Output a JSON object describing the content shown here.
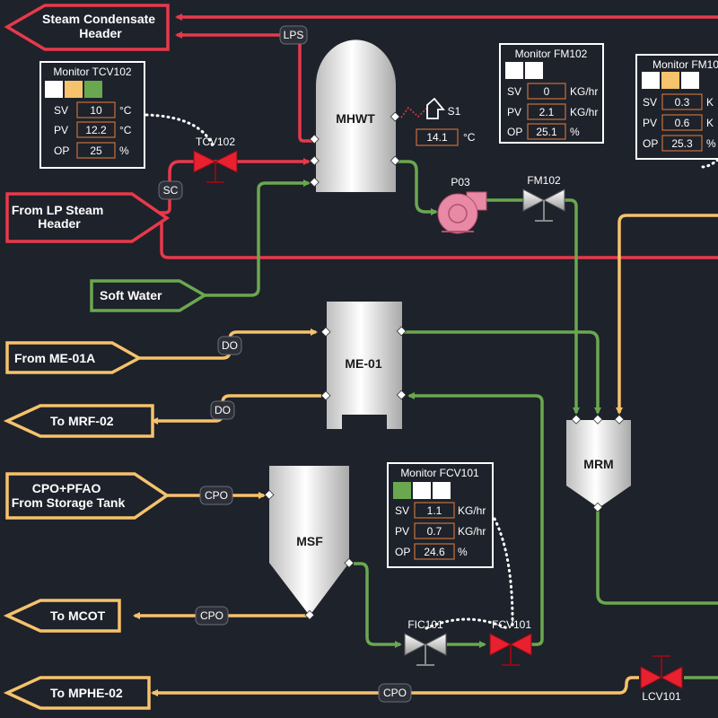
{
  "colors": {
    "red": "#e8394a",
    "green": "#6aa84f",
    "yellow": "#f6c26b",
    "background": "#1e222b",
    "pump": "#e889a6",
    "valve_red": "#e8202f",
    "monitor_border": "#ffffff",
    "value_border": "#c9703a"
  },
  "terminals": {
    "steam_condensate": "Steam Condensate Header",
    "from_lp_steam": "From LP Steam Header",
    "soft_water": "Soft Water",
    "from_me01a": "From ME-01A",
    "to_mrf02": "To MRF-02",
    "cpo_pfao": "CPO+PFAO From Storage Tank",
    "to_mcot": "To MCOT",
    "to_mphe02": "To MPHE-02"
  },
  "equipment": {
    "mhwt": "MHWT",
    "me01": "ME-01",
    "msf": "MSF",
    "mrm": "MRM",
    "p03": "P03",
    "tcv102": "TCV102",
    "fm102": "FM102",
    "fic101": "FIC101",
    "fcv101": "FCV101",
    "lcv101": "LCV101",
    "s1": "S1"
  },
  "tags": {
    "lps": "LPS",
    "sc": "SC",
    "do_in": "DO",
    "do_out": "DO",
    "cpo_in": "CPO",
    "cpo_mcot": "CPO",
    "cpo_mphe": "CPO"
  },
  "sensor": {
    "value": "14.1",
    "unit": "°C"
  },
  "monitors": {
    "tcv102": {
      "title": "Monitor TCV102",
      "indicators": [
        "#ffffff",
        "#f6c26b",
        "#6aa84f"
      ],
      "sv": {
        "label": "SV",
        "value": "10",
        "unit": "°C"
      },
      "pv": {
        "label": "PV",
        "value": "12.2",
        "unit": "°C"
      },
      "op": {
        "label": "OP",
        "value": "25",
        "unit": "%"
      }
    },
    "fm102": {
      "title": "Monitor FM102",
      "indicators": [
        "#ffffff",
        "#ffffff"
      ],
      "sv": {
        "label": "SV",
        "value": "0",
        "unit": "KG/hr"
      },
      "pv": {
        "label": "PV",
        "value": "2.1",
        "unit": "KG/hr"
      },
      "op": {
        "label": "OP",
        "value": "25.1",
        "unit": "%"
      }
    },
    "fm10x": {
      "title": "Monitor FM10",
      "indicators": [
        "#ffffff",
        "#f6c26b",
        "#ffffff"
      ],
      "sv": {
        "label": "SV",
        "value": "0.3",
        "unit": "K"
      },
      "pv": {
        "label": "PV",
        "value": "0.6",
        "unit": "K"
      },
      "op": {
        "label": "OP",
        "value": "25.3",
        "unit": "%"
      }
    },
    "fcv101": {
      "title": "Monitor FCV101",
      "indicators": [
        "#6aa84f",
        "#ffffff",
        "#ffffff"
      ],
      "sv": {
        "label": "SV",
        "value": "1.1",
        "unit": "KG/hr"
      },
      "pv": {
        "label": "PV",
        "value": "0.7",
        "unit": "KG/hr"
      },
      "op": {
        "label": "OP",
        "value": "24.6",
        "unit": "%"
      }
    }
  }
}
